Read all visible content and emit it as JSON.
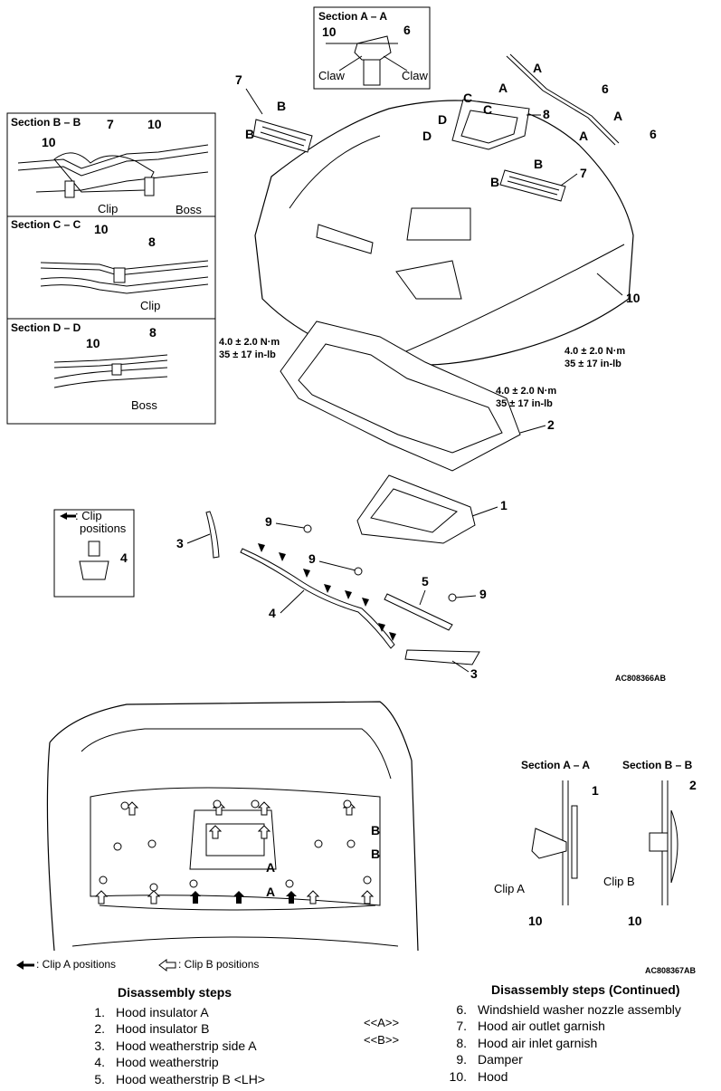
{
  "top_figure": {
    "code": "AC808366AB",
    "section_aa": {
      "title": "Section A – A",
      "num_10": "10",
      "num_6": "6",
      "claw_left": "Claw",
      "claw_right": "Claw"
    },
    "section_bb": {
      "title": "Section B – B",
      "num_7": "7",
      "num_10a": "10",
      "num_10b": "10",
      "clip": "Clip",
      "boss": "Boss"
    },
    "section_cc": {
      "title": "Section C – C",
      "num_10": "10",
      "num_8": "8",
      "clip": "Clip"
    },
    "section_dd": {
      "title": "Section D – D",
      "num_10": "10",
      "num_8": "8",
      "boss": "Boss"
    },
    "clip_legend": {
      "title": ": Clip",
      "subtitle": "positions",
      "num_4": "4"
    },
    "callouts": {
      "n7a": "7",
      "n7b": "7",
      "n6a": "6",
      "n6b": "6",
      "n8": "8",
      "n10": "10",
      "n2": "2",
      "n1": "1",
      "n3a": "3",
      "n3b": "3",
      "n9a": "9",
      "n9b": "9",
      "n9c": "9",
      "n4": "4",
      "n5": "5"
    },
    "letters": {
      "A": "A",
      "B": "B",
      "C": "C",
      "D": "D"
    },
    "torques": {
      "t1_line1": "4.0 ± 2.0 N·m",
      "t1_line2": "35 ± 17 in-lb",
      "t2_line1": "4.0 ± 2.0 N·m",
      "t2_line2": "35 ± 17 in-lb",
      "t3_line1": "4.0 ± 2.0 N·m",
      "t3_line2": "35 ± 17 in-lb"
    }
  },
  "bottom_figure": {
    "code": "AC808367AB",
    "section_aa": {
      "title": "Section A – A",
      "num_1": "1",
      "clip": "Clip A",
      "num_10": "10"
    },
    "section_bb": {
      "title": "Section B – B",
      "num_2": "2",
      "clip": "Clip B",
      "num_10": "10"
    },
    "marks": {
      "A1": "A",
      "A2": "A",
      "B1": "B",
      "B2": "B"
    },
    "legend_a": ": Clip A positions",
    "legend_b": ": Clip B positions"
  },
  "steps_left": {
    "title": "Disassembly steps",
    "items": [
      {
        "n": "1.",
        "text": "Hood insulator A"
      },
      {
        "n": "2.",
        "text": "Hood insulator B"
      },
      {
        "n": "3.",
        "text": "Hood weatherstrip side A"
      },
      {
        "n": "4.",
        "text": "Hood weatherstrip"
      },
      {
        "n": "5.",
        "text": "Hood weatherstrip B <LH>"
      }
    ]
  },
  "refs": {
    "a": "<<A>>",
    "b": "<<B>>"
  },
  "steps_right": {
    "title": "Disassembly steps (Continued)",
    "items": [
      {
        "n": "6.",
        "text": "Windshield washer nozzle assembly"
      },
      {
        "n": "7.",
        "text": "Hood air outlet garnish"
      },
      {
        "n": "8.",
        "text": "Hood air inlet garnish"
      },
      {
        "n": "9.",
        "text": "Damper"
      },
      {
        "n": "10.",
        "text": "Hood"
      }
    ]
  }
}
